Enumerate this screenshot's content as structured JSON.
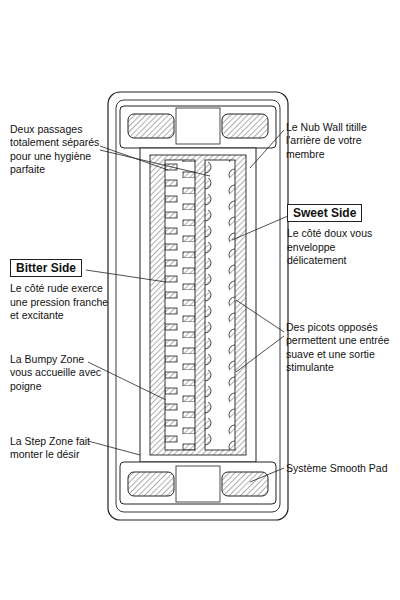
{
  "diagram": {
    "nodes": [
      {
        "text": [
          "Sweet Side",
          "Le côté doux vous enveloppe délicatement"
        ]
      },
      {
        "text": [
          "Bitter Side",
          "Le côté rude exerce une pression franche et excitante"
        ]
      }
    ],
    "labels": [
      "Deux passages totalement séparés pour une hygiène parfaite",
      "Le Nub Wall titille l'arrière de votre membre",
      "Des picots opposés permettent une entrée suave et une sortie stimulante",
      "La Bumpy Zone vous accueille avec poigne",
      "La Step Zone fait monter le désir",
      "Système Smooth Pad"
    ]
  }
}
